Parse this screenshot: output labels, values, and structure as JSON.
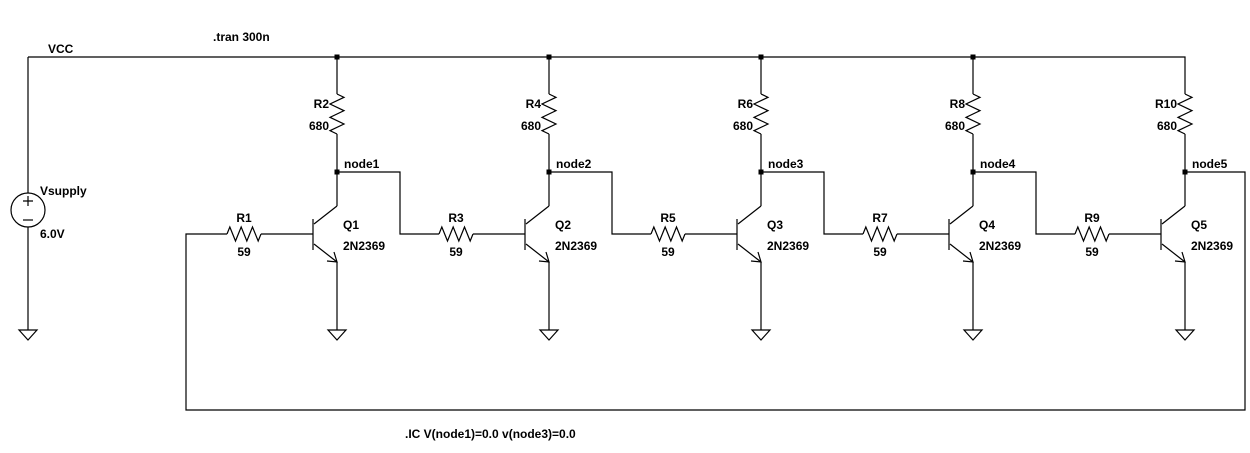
{
  "directives": {
    "tran": ".tran 300n",
    "ic": ".IC V(node1)=0.0  v(node3)=0.0"
  },
  "supply": {
    "net": "VCC",
    "name": "Vsupply",
    "value": "6.0V"
  },
  "collector_resistors": [
    {
      "name": "R2",
      "value": "680"
    },
    {
      "name": "R4",
      "value": "680"
    },
    {
      "name": "R6",
      "value": "680"
    },
    {
      "name": "R8",
      "value": "680"
    },
    {
      "name": "R10",
      "value": "680"
    }
  ],
  "base_resistors": [
    {
      "name": "R1",
      "value": "59"
    },
    {
      "name": "R3",
      "value": "59"
    },
    {
      "name": "R5",
      "value": "59"
    },
    {
      "name": "R7",
      "value": "59"
    },
    {
      "name": "R9",
      "value": "59"
    }
  ],
  "transistors": [
    {
      "name": "Q1",
      "model": "2N2369"
    },
    {
      "name": "Q2",
      "model": "2N2369"
    },
    {
      "name": "Q3",
      "model": "2N2369"
    },
    {
      "name": "Q4",
      "model": "2N2369"
    },
    {
      "name": "Q5",
      "model": "2N2369"
    }
  ],
  "nodes": [
    "node1",
    "node2",
    "node3",
    "node4",
    "node5"
  ]
}
